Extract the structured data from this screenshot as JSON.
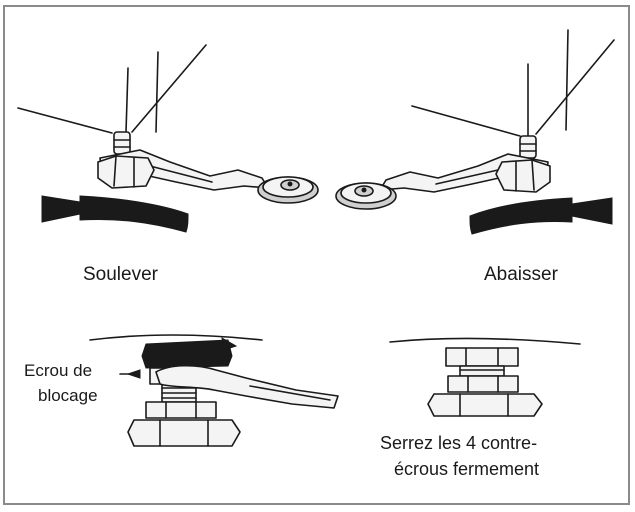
{
  "labels": {
    "raise": "Soulever",
    "lower": "Abaisser",
    "locknut_line1": "Ecrou de",
    "locknut_line2": "blocage",
    "tighten_line1": "Serrez les 4 contre-",
    "tighten_line2": "écrous fermement"
  },
  "colors": {
    "ink": "#1a1a1a",
    "metal_light": "#f4f4f4",
    "metal_shade": "#cfcfcf",
    "frame": "#8a8a8a"
  },
  "icons": {
    "raise_arrow": "curved-arrow-left-icon",
    "lower_arrow": "curved-arrow-right-icon"
  }
}
